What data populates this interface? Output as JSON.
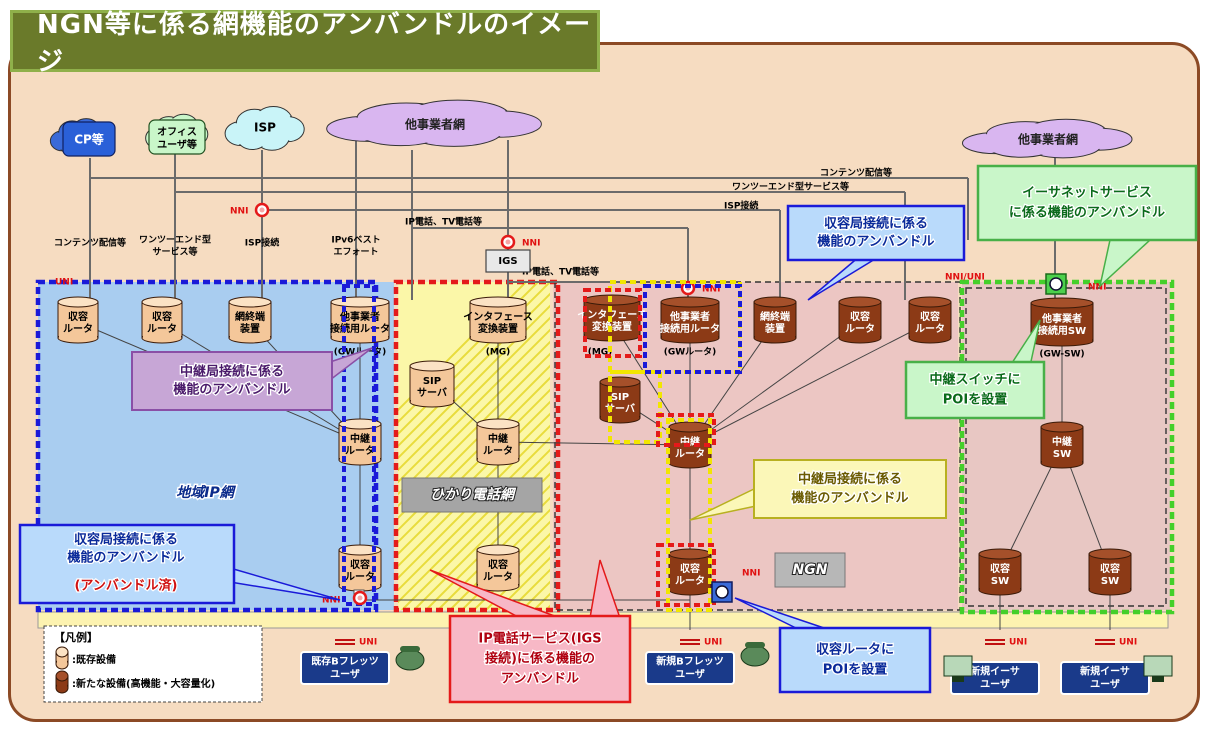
{
  "title": "NGN等に係る網機能のアンバンドルのイメージ",
  "clouds": {
    "isp": "ISP",
    "other_left": "他事業者網",
    "other_right": "他事業者網"
  },
  "top_nodes": {
    "cp": "CP等",
    "office_1": "オフィス",
    "office_2": "ユーザ等"
  },
  "service_lines": {
    "contents": "コンテンツ配信等",
    "one_to_end": "ワンツーエンド型サービス等",
    "isp_conn": "ISP接続",
    "ip_phone_tv": "IP電話、TV電話等",
    "ip_phone_tv_2": "IP電話、TV電話等"
  },
  "left_labels": {
    "contents": "コンテンツ配信等",
    "one_to_end_1": "ワンツーエンド型",
    "one_to_end_2": "サービス等",
    "isp_conn": "ISP接続",
    "ipv6_1": "IPv6ベスト",
    "ipv6_2": "エフォート"
  },
  "ni_labels": {
    "nni": "NNI",
    "uni": "UNI",
    "nni_uni": "NNI/UNI"
  },
  "devices": {
    "shuyo_router": [
      "収容",
      "ルータ"
    ],
    "mou_tanmatsu": [
      "網終端",
      "装置"
    ],
    "gw_router": [
      "他事業者",
      "接続用ルータ"
    ],
    "gw_router_lbl": "(GWルータ)",
    "if_conv": [
      "インタフェース",
      "変換装置"
    ],
    "mg_lbl": "(MG)",
    "sip": [
      "SIP",
      "サーバ"
    ],
    "chukei_router": [
      "中継",
      "ルータ"
    ],
    "gw_sw": [
      "他事業者",
      "接続用SW"
    ],
    "gw_sw_lbl": "(GW-SW)",
    "chukei_sw": [
      "中継",
      "SW"
    ],
    "shuyo_sw": [
      "収容",
      "SW"
    ],
    "igs": "IGS"
  },
  "networks": {
    "chiiki_ip": "地域IP網",
    "hikari": "ひかり電話網",
    "ngn": "NGN"
  },
  "callouts": {
    "chukei_left": [
      "中継局接続に係る",
      "機能のアンバンドル"
    ],
    "shuyo_left": [
      "収容局接続に係る",
      "機能のアンバンドル",
      "(アンバンドル済)"
    ],
    "shuyo_top": [
      "収容局接続に係る",
      "機能のアンバンドル"
    ],
    "ethernet": [
      "イーサネットサービス",
      "に係る機能のアンバンドル"
    ],
    "chukei_sw_poi": [
      "中継スイッチに",
      "POIを設置"
    ],
    "chukei_ngn": [
      "中継局接続に係る",
      "機能のアンバンドル"
    ],
    "ip_phone": [
      "IP電話サービス(IGS",
      "接続)に係る機能の",
      "アンバンドル"
    ],
    "shuyo_router_poi": [
      "収容ルータに",
      "POIを設置"
    ]
  },
  "users": {
    "existing_flets": [
      "既存Bフレッツ",
      "ユーザ"
    ],
    "new_flets": [
      "新規Bフレッツ",
      "ユーザ"
    ],
    "new_ether_1": [
      "新規イーサ",
      "ユーザ"
    ],
    "new_ether_2": [
      "新規イーサ",
      "ユーザ"
    ]
  },
  "legend": {
    "title": "【凡例】",
    "existing": ":既存設備",
    "new": ":新たな設備(高機能・大容量化)"
  },
  "colors": {
    "panel_bg": "#f6dcc1",
    "panel_border": "#8c4a25",
    "title_bg": "#6a7a2a",
    "title_border": "#8fb04a",
    "chiiki_bg": "#a9cdf0",
    "hikari_bg": "#fbf7a8",
    "ngn_bg": "#ecc6c3",
    "ether_bg": "#e8c7c3",
    "device_existing": "#f4c79a",
    "device_new": "#8c3a16",
    "blue_dash": "#1a1ad8",
    "red_dash": "#e41a1a",
    "yellow_dash": "#f2e600",
    "green_dash": "#44d02a"
  }
}
